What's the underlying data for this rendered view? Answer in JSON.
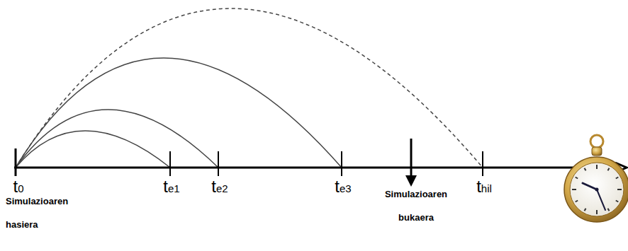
{
  "diagram": {
    "labels": [
      "t0",
      "te1",
      "te2",
      "te3",
      "thil",
      "Simulazioaren hasiera",
      "Simulazioaren bukaera"
    ]
  }
}
